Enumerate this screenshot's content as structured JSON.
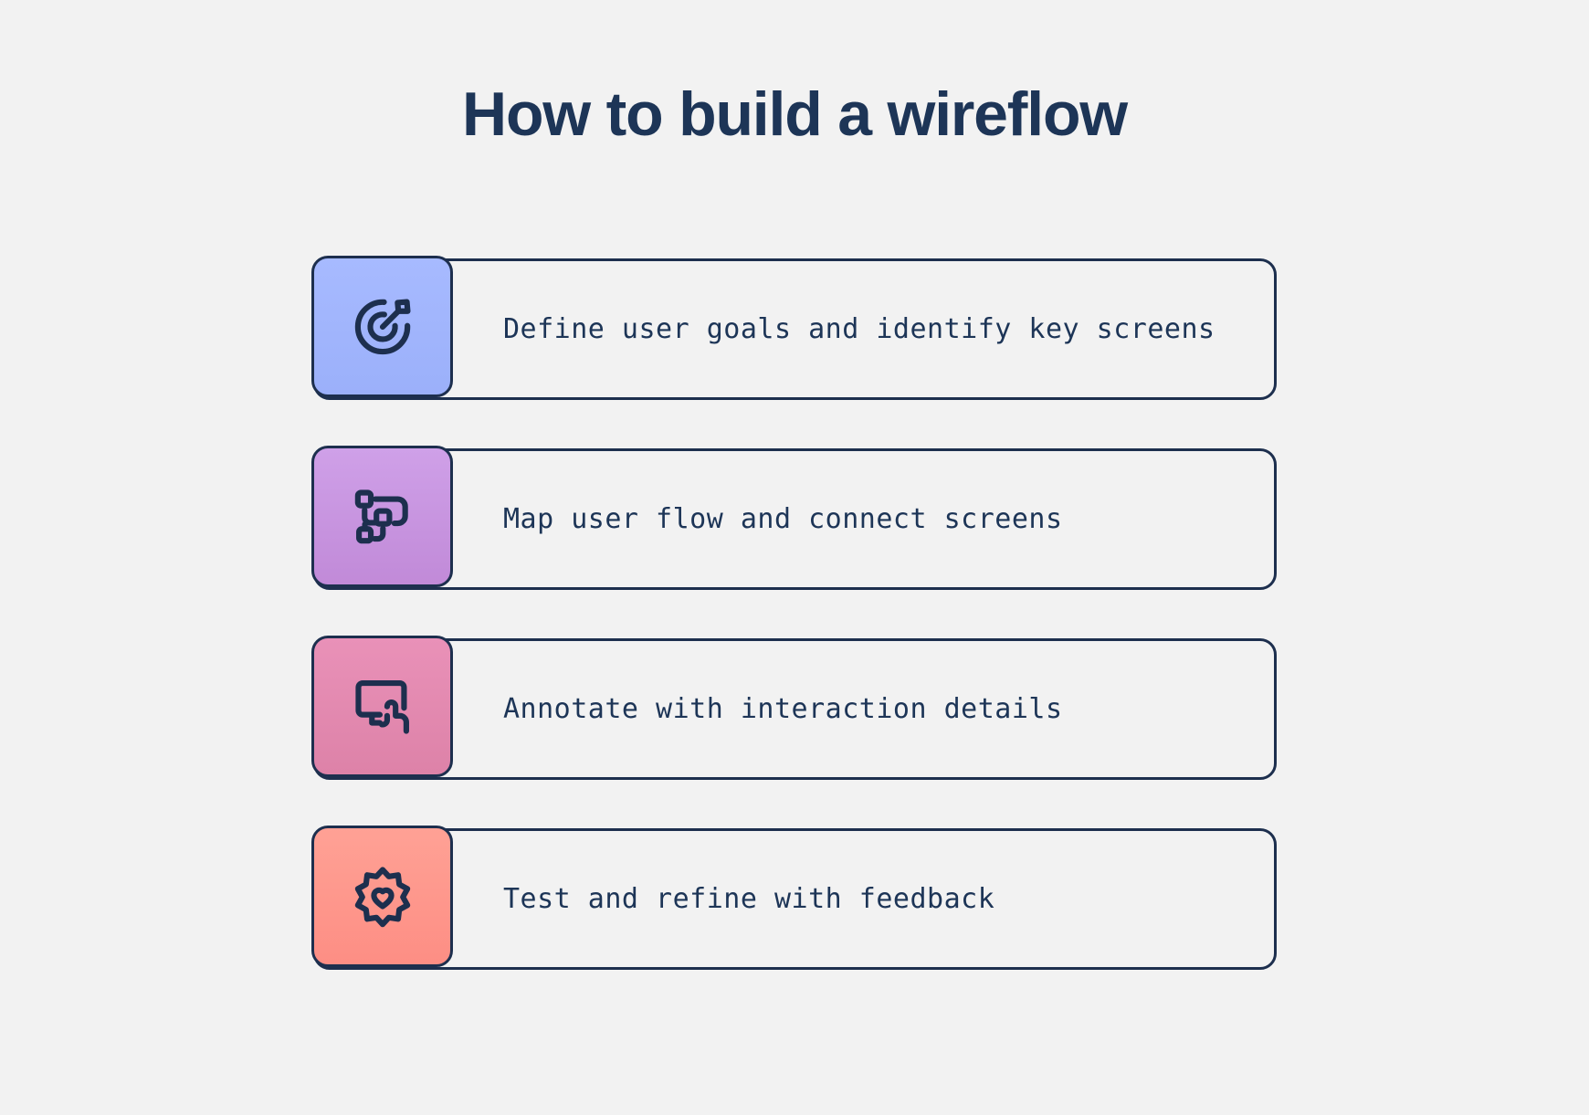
{
  "page": {
    "background_color": "#f2f2f2",
    "title": "How to build a wireflow",
    "title_color": "#1d3557",
    "outline_color": "#1d2f4e"
  },
  "steps": [
    {
      "index": "1",
      "label": "Define user goals and identify key screens",
      "icon": "target-arrow-icon",
      "tile_color_top": "#a7baff",
      "tile_color_bottom": "#9bb0fa"
    },
    {
      "index": "2",
      "label": "Map user flow and connect screens",
      "icon": "workflow-nodes-icon",
      "tile_color_top": "#cfa0e8",
      "tile_color_bottom": "#c18ad8"
    },
    {
      "index": "3",
      "label": "Annotate with interaction details",
      "icon": "monitor-click-icon",
      "tile_color_top": "#e991b8",
      "tile_color_bottom": "#dd82a8"
    },
    {
      "index": "4",
      "label": "Test and refine with feedback",
      "icon": "award-heart-icon",
      "tile_color_top": "#ffa195",
      "tile_color_bottom": "#fd8e84"
    }
  ]
}
